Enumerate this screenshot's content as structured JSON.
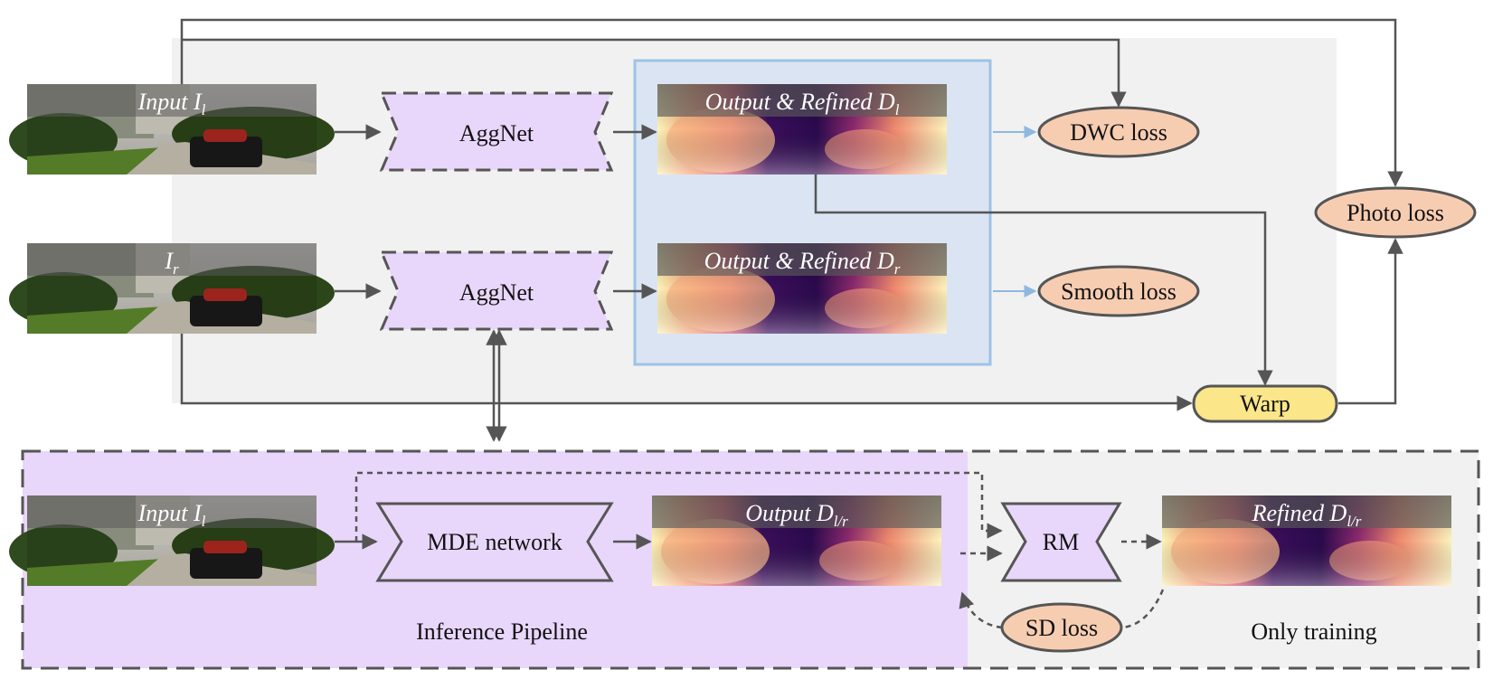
{
  "top": {
    "input_left_caption": "Input I",
    "input_left_sub": "l",
    "input_right_caption": "I",
    "input_right_sub": "r",
    "aggnet_label": "AggNet",
    "output_left_caption": "Output & Refined D",
    "output_left_sub": "l",
    "output_right_caption": "Output & Refined D",
    "output_right_sub": "r",
    "dwc_loss": "DWC loss",
    "smooth_loss": "Smooth loss",
    "photo_loss": "Photo loss",
    "warp": "Warp"
  },
  "bottom": {
    "input_caption": "Input I",
    "input_sub": "l",
    "mde_label": "MDE network",
    "output_caption": "Output D",
    "output_sub": "l/r",
    "rm_label": "RM",
    "refined_caption": "Refined D",
    "refined_sub": "l/r",
    "sd_loss": "SD loss",
    "inference_label": "Inference Pipeline",
    "training_label": "Only training"
  },
  "colors": {
    "purple_fill": "#e9d6fb",
    "loss_fill": "#f7cdb2",
    "warp_fill": "#fbe68a",
    "blue_panel": "#dbe4f3",
    "blue_border": "#9dc3e6",
    "gray_panel": "#f1f1f1",
    "arrow": "#555555"
  }
}
